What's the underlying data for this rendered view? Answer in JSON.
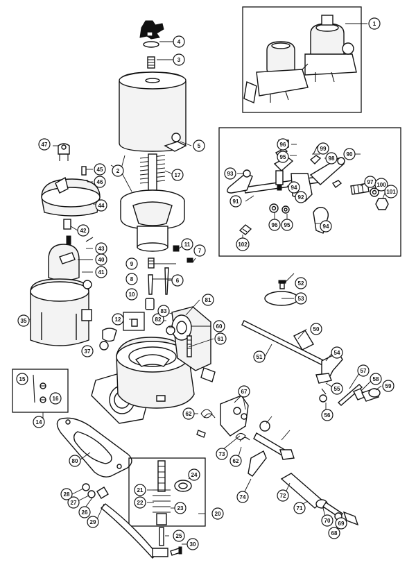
{
  "callouts": [
    "1",
    "2",
    "3",
    "4",
    "5",
    "6",
    "7",
    "8",
    "9",
    "10",
    "11",
    "12",
    "14",
    "15",
    "16",
    "17",
    "20",
    "21",
    "22",
    "23",
    "24",
    "25",
    "26",
    "27",
    "28",
    "29",
    "30",
    "35",
    "37",
    "40",
    "41",
    "42",
    "43",
    "44",
    "45",
    "46",
    "47",
    "50",
    "51",
    "52",
    "53",
    "54",
    "55",
    "56",
    "57",
    "58",
    "59",
    "60",
    "61",
    "62",
    "67",
    "68",
    "69",
    "70",
    "71",
    "72",
    "73",
    "74",
    "80",
    "81",
    "82",
    "83",
    "90",
    "91",
    "92",
    "93",
    "94",
    "95",
    "96",
    "97",
    "98",
    "99",
    "100",
    "101",
    "102"
  ]
}
